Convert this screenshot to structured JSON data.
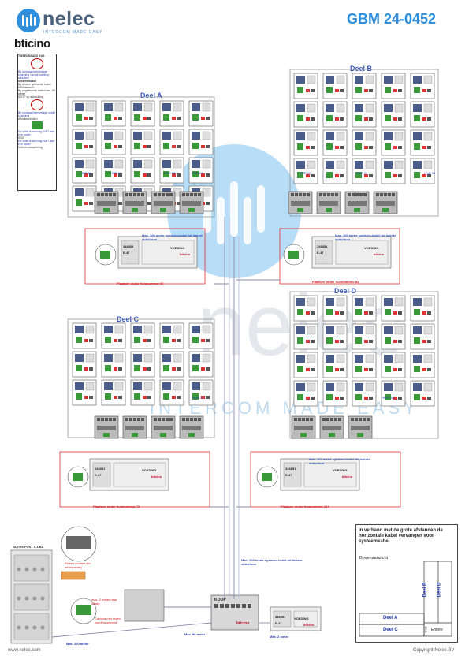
{
  "header": {
    "brand": "nelec",
    "tagline": "INTERCOM MADE EASY",
    "brand2": "bticino",
    "doc_code": "GBM 24-0452"
  },
  "sections": {
    "a": {
      "title": "Deel A",
      "hnr_labels": [
        "HNR 66",
        "HNR 67",
        "HNR 68",
        "HNR 69"
      ],
      "plate_label": "Plaatsen onder huisnummer 60",
      "cable_note": "Max. 100 meter systeem-kabel tot laatste videofoon"
    },
    "b": {
      "title": "Deel B",
      "hnr_labels": [
        "HNR 90",
        "HNR 92",
        "HNR 96"
      ],
      "plate_label": "Plaatsen onder huisnummer 82",
      "cable_note": "Max. 100 meter systeem-kabel tot laatste videofoon"
    },
    "c": {
      "title": "Deel C",
      "hnr_labels": [
        "HNR 72"
      ],
      "plate_label": "Plaatsen onder huisnummer 72",
      "cable_note": ""
    },
    "d": {
      "title": "Deel D",
      "hnr_labels": [
        "HNR 101"
      ],
      "plate_label": "Plaatsen onder huisnummer 104",
      "cable_note": "Max. 100 meter systeem-kabel tot laatste videofoon"
    }
  },
  "module_labels": {
    "voeding": "VOEDING",
    "e47": "E-47",
    "code": "346851",
    "brand": "bticino",
    "koop": "KOOP"
  },
  "legend": {
    "items": [
      "TWEEDRAADS BUS",
      "Bij montage/demontage spanning van de voeding afsluiten!",
      "systeemkabel",
      "Bij andere geleverde kabel 80% afstand!",
      "Bij ongeleverde kabel max. 50 meter",
      "STOP op aansluiting",
      "Bij montage/demontage onder spanning",
      "Afsluiten/sluiten",
      "De witte draad mag NIET aan een ander",
      "S 00",
      "De witte draad mag NIET aan een ander",
      "Videofonbekabeling"
    ]
  },
  "buitenpost": {
    "title": "BUITENPOST 5-1/BA",
    "label1": "Pulsen contact (bv. deuropener)",
    "cable_short": "max. 2 meter naar kastje",
    "cable_camera": "Camera met eigen voeding gevoed"
  },
  "cables": {
    "c1": "Max. 100 meter systeem-kabel tot laatste videofoon",
    "c2": "Max. 80 meter",
    "c3": "Max. 200 meter",
    "c4": "Max. 2 meter"
  },
  "note": {
    "text": "In verband met de grote afstanden de horizontale kabel vervangen voor systeemkabel",
    "sub": "Bovenaanzicht",
    "labels": [
      "Deel A",
      "Deel B",
      "Deel C",
      "Deel D",
      "Entree",
      "GV2"
    ]
  },
  "footer": {
    "left": "www.nelec.com",
    "right": "Copyright Nelec BV"
  },
  "watermark": {
    "text": "INTERCOM MADE EASY"
  },
  "colors": {
    "brand_blue": "#2f8fdc",
    "red_outline": "#e03030",
    "title_blue": "#3b5bbf"
  }
}
